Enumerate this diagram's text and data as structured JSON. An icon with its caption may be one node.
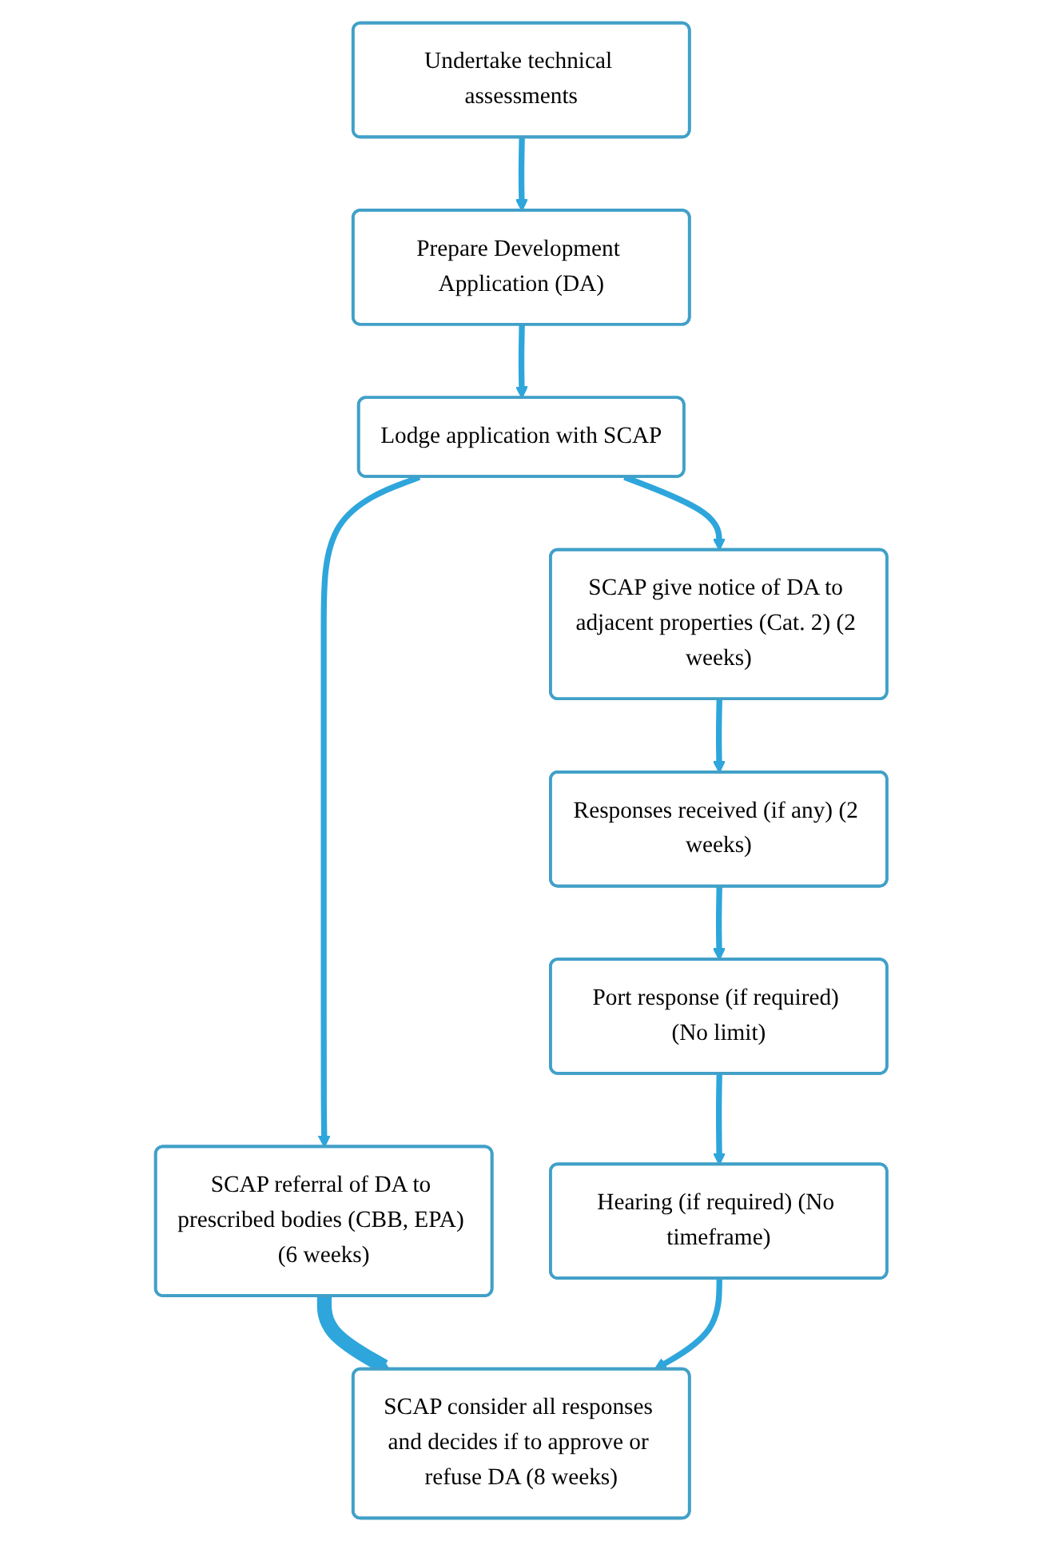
{
  "diagram": {
    "nodes": [
      {
        "text": [
          "Undertake technical assessments"
        ]
      },
      {
        "text": [
          "Prepare Development Application (DA)"
        ]
      },
      {
        "text": [
          "Lodge application with SCAP"
        ]
      },
      {
        "text": [
          "SCAP referral of DA to prescribed bodies (CBB, EPA) (6 weeks)"
        ]
      },
      {
        "text": [
          "SCAP give notice of DA to adjacent properties (Cat. 2) (2 weeks)"
        ]
      },
      {
        "text": [
          "Responses received (if any) (2 weeks)"
        ]
      },
      {
        "text": [
          "Port response (if required) (No limit)"
        ]
      },
      {
        "text": [
          "Hearing (if required) (No timeframe)"
        ]
      },
      {
        "text": [
          "SCAP consider all responses and decides if to approve or refuse DA (8 weeks)"
        ]
      }
    ],
    "edges": [
      {
        "from": 0,
        "to": 1,
        "arrow": "to"
      },
      {
        "from": 1,
        "to": 2,
        "arrow": "to"
      },
      {
        "from": 2,
        "to": 3,
        "arrow": "to"
      },
      {
        "from": 2,
        "to": 4,
        "arrow": "to"
      },
      {
        "from": 4,
        "to": 5,
        "arrow": "to"
      },
      {
        "from": 5,
        "to": 6,
        "arrow": "to"
      },
      {
        "from": 3,
        "to": 8,
        "arrow": "to",
        "style": "thick"
      },
      {
        "from": 6,
        "to": 7,
        "arrow": "to"
      },
      {
        "from": 7,
        "to": 8,
        "arrow": "to"
      }
    ]
  }
}
